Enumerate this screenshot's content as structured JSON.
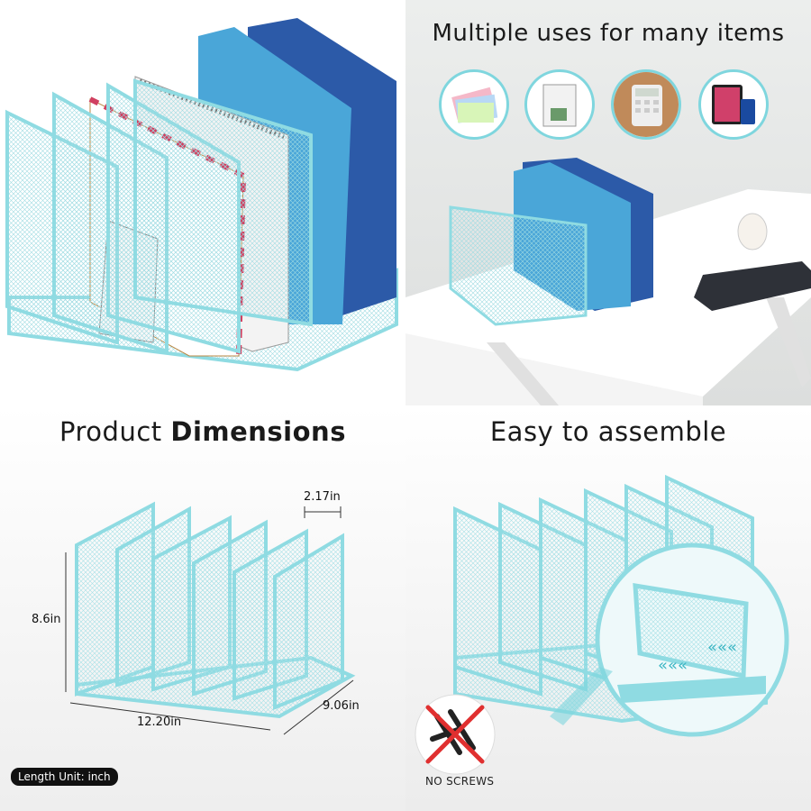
{
  "panels": {
    "uses": {
      "title": "Multiple uses for many items"
    },
    "dimensions": {
      "title_regular": "Product ",
      "title_bold": "Dimensions",
      "gap": "2.17in",
      "height": "8.6in",
      "width": "12.20in",
      "depth": "9.06in",
      "unit_note": "Length Unit: inch"
    },
    "assembly": {
      "title": "Easy to assemble",
      "note": "NO SCREWS"
    }
  },
  "colors": {
    "accent": "#7fd6de",
    "frame": "#8fdbe2",
    "mesh": "#c8eef1",
    "folder_light": "#4aa6d8",
    "folder_dark": "#2c5aa8"
  },
  "icons": [
    "sticky-notes-icon",
    "notebooks-icon",
    "calculator-icon",
    "tablet-phone-icon",
    "screws-icon",
    "no-screw-cross-icon"
  ]
}
